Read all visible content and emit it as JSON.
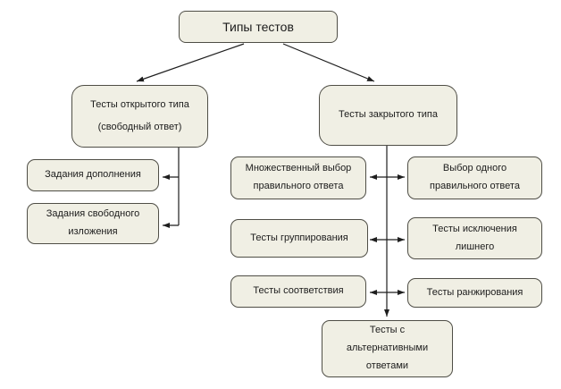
{
  "diagram": {
    "title": "Типы тестов",
    "nodes": {
      "root": {
        "label": "Типы тестов"
      },
      "open_type": {
        "label": "Тесты открытого типа\n\n(свободный ответ)"
      },
      "closed_type": {
        "label": "Тесты закрытого типа"
      },
      "addition": {
        "label": "Задания дополнения"
      },
      "free_presentation": {
        "label": "Задания свободного\nизложения"
      },
      "multiple_choice": {
        "label": "Множественный выбор\nправильного ответа"
      },
      "grouping": {
        "label": "Тесты группирования"
      },
      "matching": {
        "label": "Тесты соответствия"
      },
      "single_choice": {
        "label": "Выбор одного\nправильного ответа"
      },
      "exclusion": {
        "label": "Тесты исключения\nлишнего"
      },
      "ranking": {
        "label": "Тесты ранжирования"
      },
      "alternative": {
        "label": "Тесты с\nальтернативными\nответами"
      }
    },
    "colors": {
      "node_fill": "#f0efe4",
      "node_border": "#4f4e46",
      "connector": "#1e1e1e",
      "text": "#1c1c1c",
      "background": "#ffffff"
    }
  }
}
